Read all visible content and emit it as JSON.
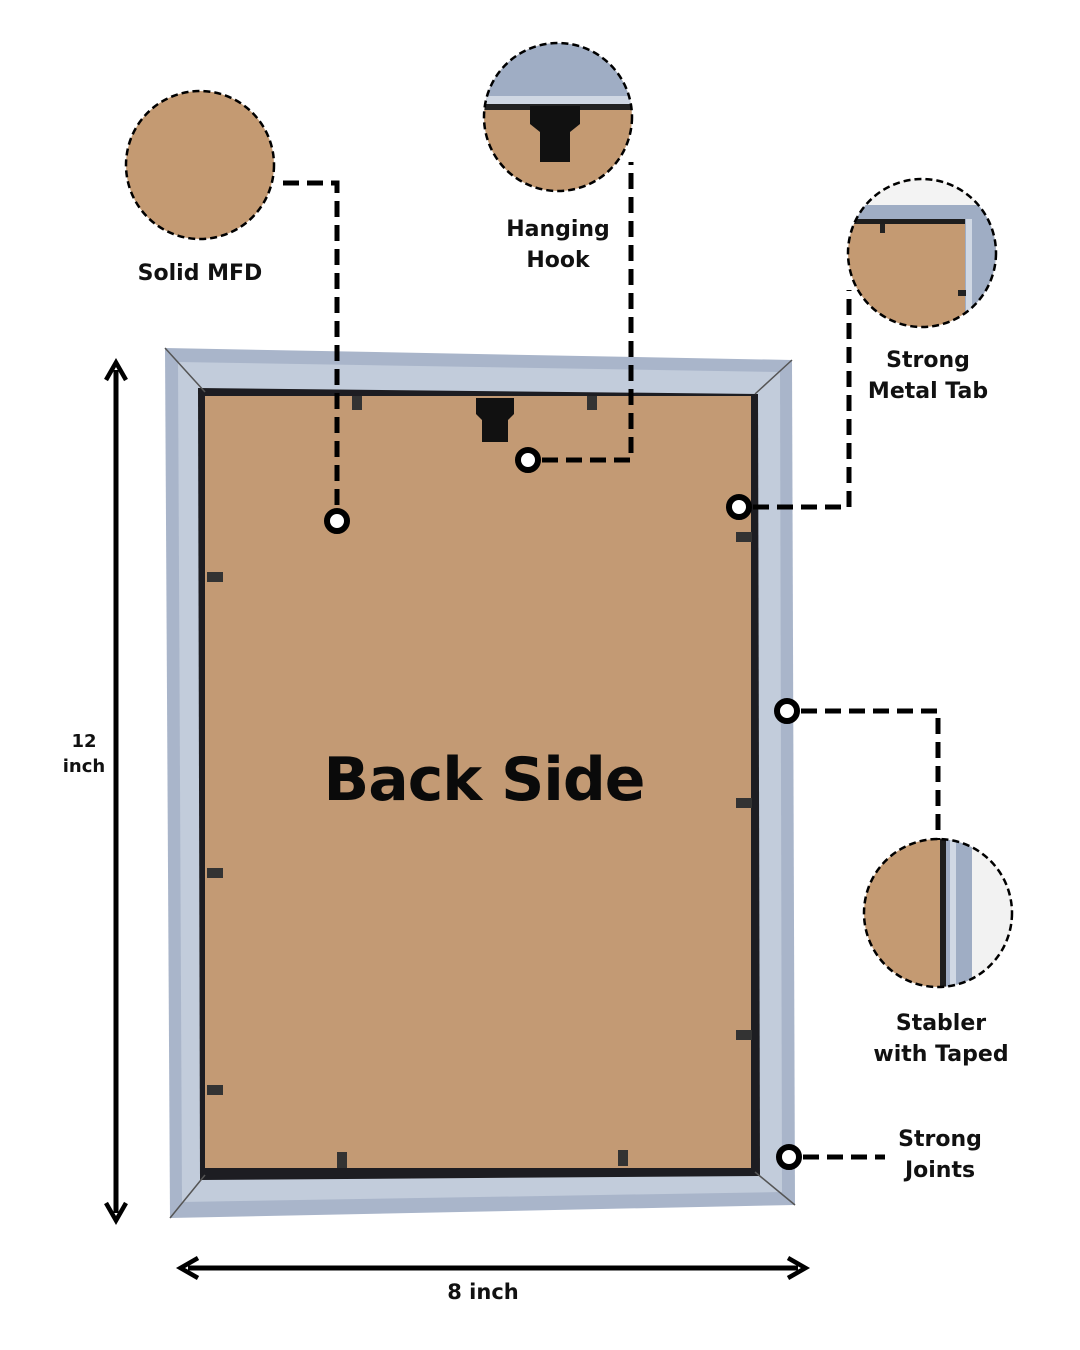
{
  "title": "Back Side",
  "callouts": {
    "mfd": {
      "label_line1": "Solid MFD"
    },
    "hook": {
      "label_line1": "Hanging",
      "label_line2": "Hook"
    },
    "tab": {
      "label_line1": "Strong",
      "label_line2": "Metal Tab"
    },
    "stabler": {
      "label_line1": "Stabler",
      "label_line2": "with Taped"
    },
    "joints": {
      "label_line1": "Strong",
      "label_line2": "Joints"
    }
  },
  "dimensions": {
    "height_value": "12",
    "height_unit": "inch",
    "width": "8 inch"
  },
  "colors": {
    "frame": "#a9b5ca",
    "frame_light": "#c9d2e0",
    "board": "#c39a74",
    "ink": "#000000"
  }
}
